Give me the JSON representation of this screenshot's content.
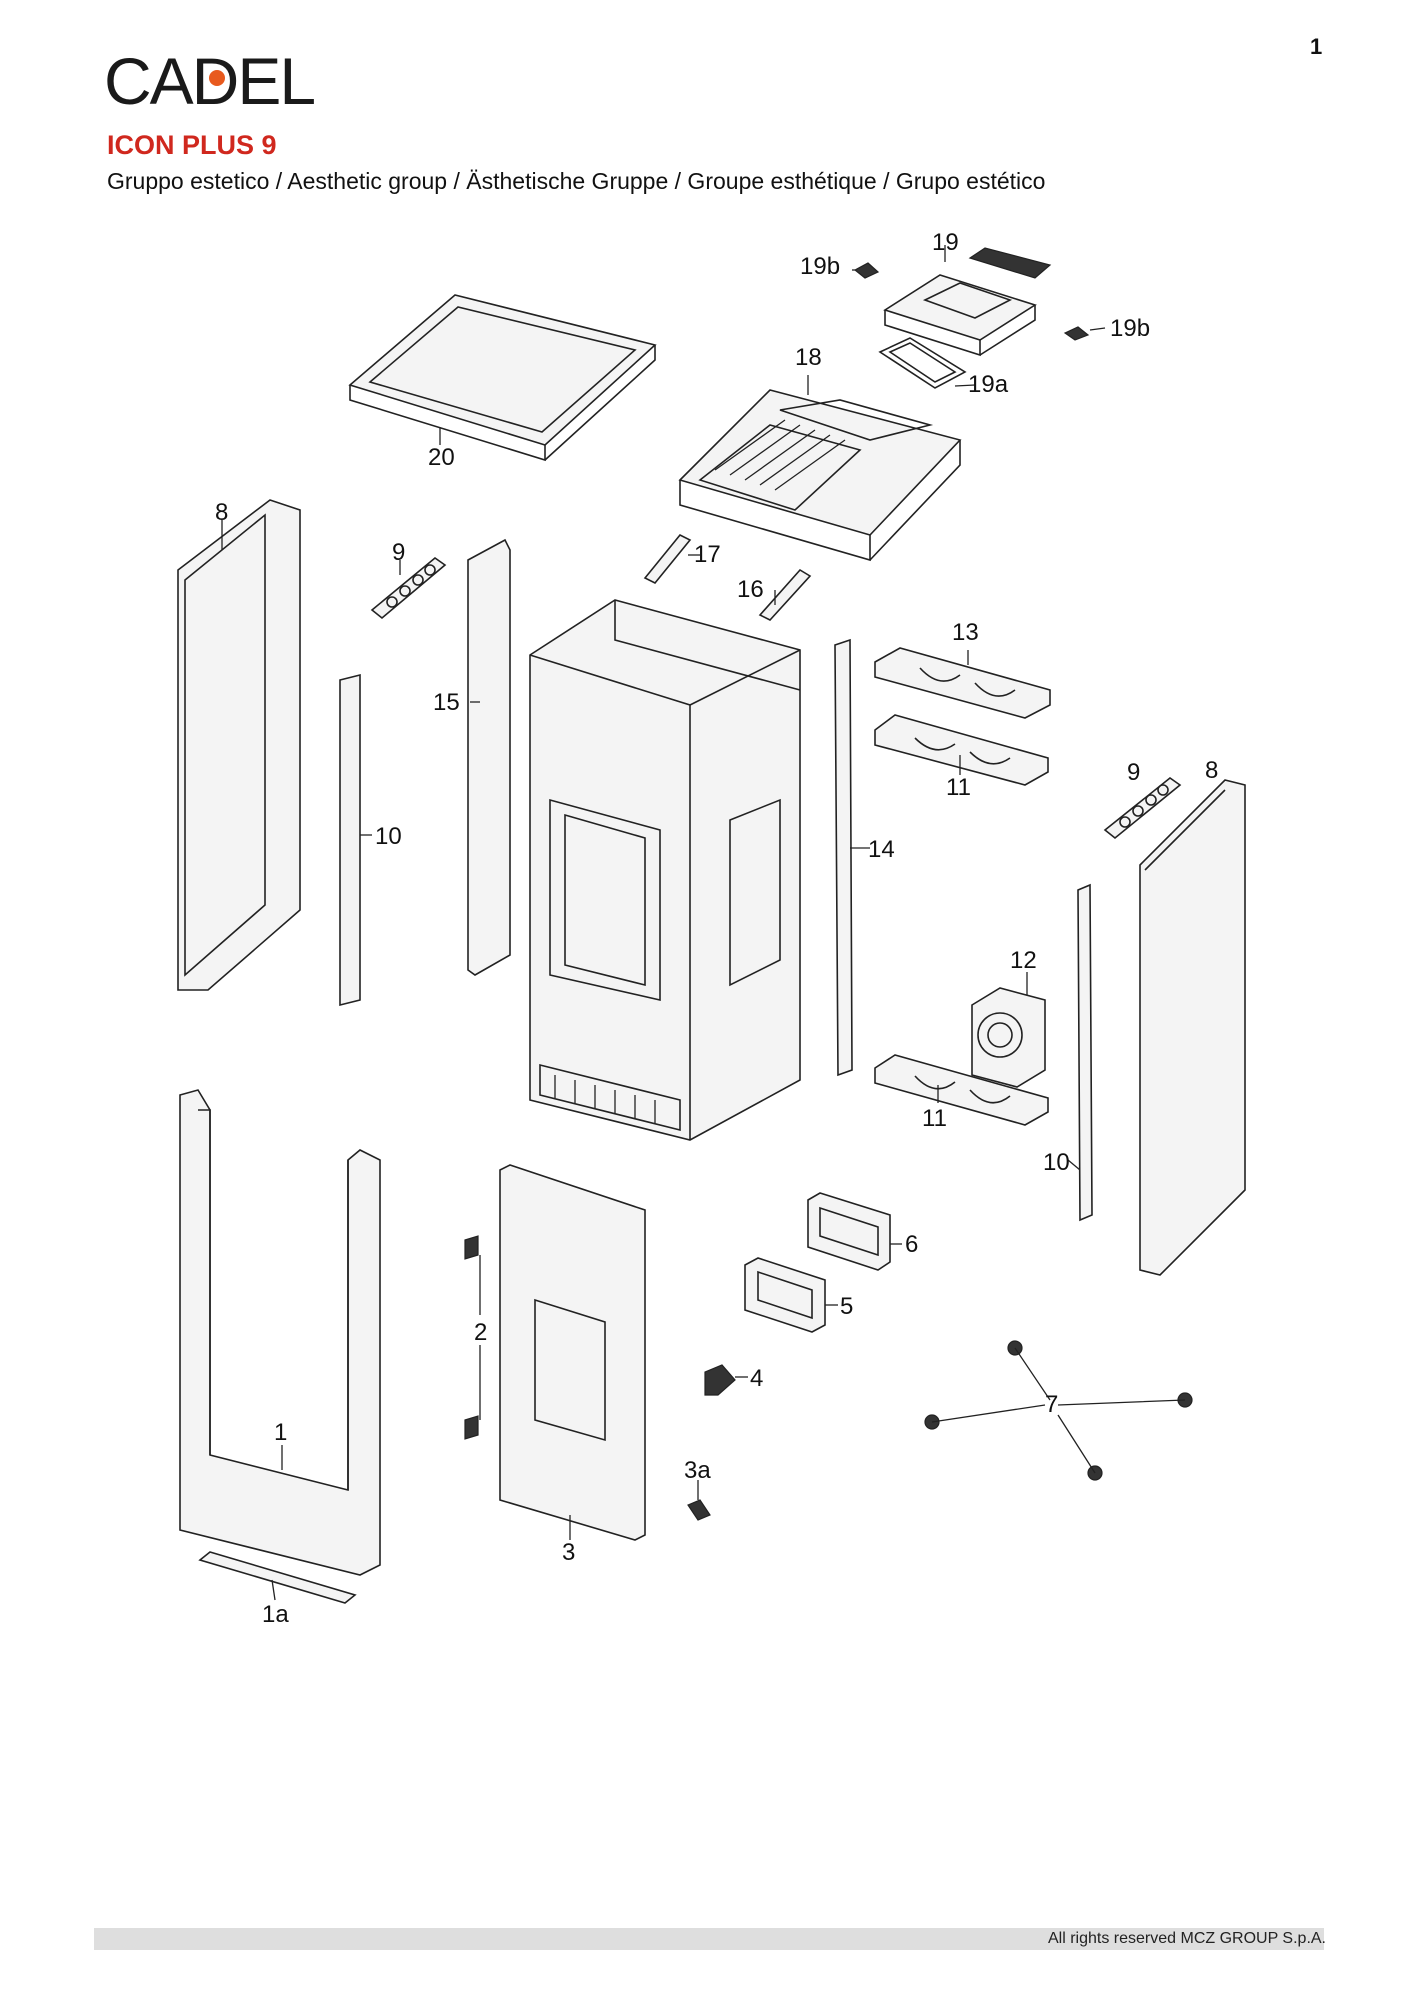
{
  "page": {
    "number": "1"
  },
  "brand": {
    "logo_text": "CADEL",
    "accent_color": "#e85a1e"
  },
  "header": {
    "model": "ICON PLUS 9",
    "group_title": "Gruppo estetico / Aesthetic group / Ästhetische Gruppe / Groupe esthétique / Grupo estético",
    "title_color": "#d0281e"
  },
  "diagram": {
    "labels": {
      "p1": "1",
      "p1a": "1a",
      "p2": "2",
      "p3": "3",
      "p3a": "3a",
      "p4": "4",
      "p5": "5",
      "p6": "6",
      "p7": "7",
      "p8_left": "8",
      "p8_right": "8",
      "p9_left": "9",
      "p9_right": "9",
      "p10_left": "10",
      "p10_right": "10",
      "p11_top": "11",
      "p11_bottom": "11",
      "p12": "12",
      "p13": "13",
      "p14": "14",
      "p15": "15",
      "p16": "16",
      "p17": "17",
      "p18": "18",
      "p19": "19",
      "p19a": "19a",
      "p19b_left": "19b",
      "p19b_right": "19b",
      "p20": "20"
    }
  },
  "footer": {
    "text": "All rights reserved MCZ GROUP S.p.A."
  }
}
